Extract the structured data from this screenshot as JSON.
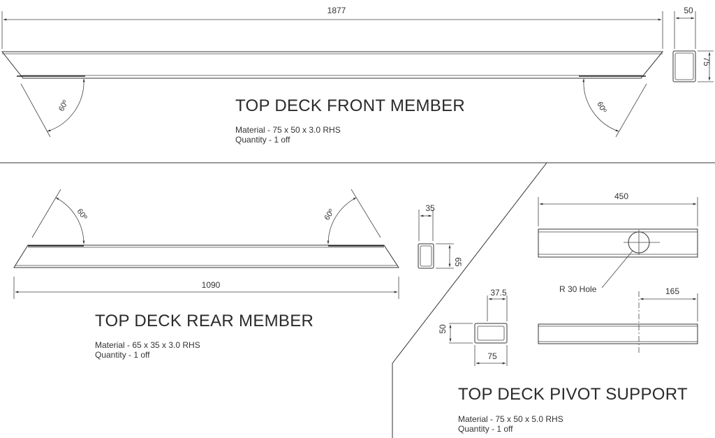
{
  "front_member": {
    "title": "TOP DECK FRONT MEMBER",
    "material": "Material - 75 x 50 x 3.0 RHS",
    "quantity": "Quantity - 1 off",
    "length": "1877",
    "section_width": "50",
    "section_height": "75",
    "angle_left": "60º",
    "angle_right": "60º"
  },
  "rear_member": {
    "title": "TOP DECK REAR MEMBER",
    "material": "Material - 65 x 35 x 3.0 RHS",
    "quantity": "Quantity - 1 off",
    "length": "1090",
    "section_width": "35",
    "section_height": "65",
    "angle_left": "60º",
    "angle_right": "60º"
  },
  "pivot_support": {
    "title": "TOP DECK PIVOT SUPPORT",
    "material": "Material - 75 x 50 x 5.0 RHS",
    "quantity": "Quantity - 1 off",
    "length": "450",
    "hole_label": "R 30 Hole",
    "hole_offset": "165",
    "section_width_top": "37.5",
    "section_height": "50",
    "section_width_bottom": "75"
  }
}
